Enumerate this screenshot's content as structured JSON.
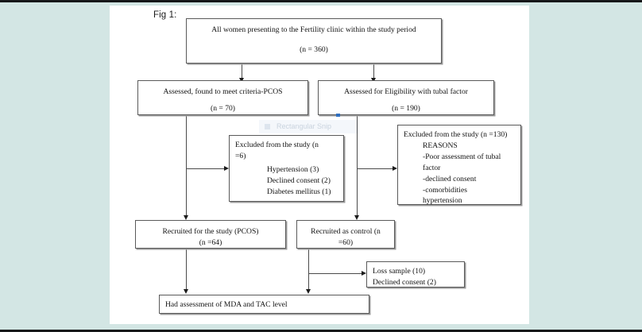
{
  "figure": {
    "label": "Fig 1:"
  },
  "colors": {
    "page_background": "#d3e6e4",
    "sheet": "#ffffff",
    "box_border": "#5a5a5a",
    "box_shadow": "#9b9b9b",
    "connector": "#4a4a4a",
    "arrow": "#1c1c1c",
    "handle_accent": "#2f6fc0"
  },
  "artifact": {
    "snip_label": "Rectangular Snip"
  },
  "nodes": {
    "all_women": {
      "title": "All women presenting to the Fertility clinic within the study period",
      "count": "(n = 360)"
    },
    "pcos_assessed": {
      "title": "Assessed, found to meet criteria-PCOS",
      "count": "(n = 70)"
    },
    "tubal_assessed": {
      "title": "Assessed for Eligibility with tubal factor",
      "count": "(n = 190)"
    },
    "pcos_excluded": {
      "line1": "Excluded from the study (n",
      "line2": "=6)",
      "reasons": [
        "Hypertension (3)",
        "Declined consent (2)",
        "Diabetes mellitus (1)"
      ]
    },
    "tubal_excluded": {
      "line1": "Excluded from the study (n =130)",
      "heading": "REASONS",
      "reasons": [
        "-Poor assessment of tubal",
        "factor",
        "-declined consent",
        "-comorbidities",
        "hypertension"
      ]
    },
    "pcos_recruited": {
      "title": "Recruited for the study (PCOS)",
      "count": "(n =64)"
    },
    "control_recruited": {
      "title": "Recruited as control (n",
      "count": "=60)"
    },
    "control_losses": {
      "lines": [
        "Loss sample (10)",
        "Declined consent (2)"
      ]
    },
    "final_assessment": {
      "title": "Had assessment of MDA and TAC level"
    }
  }
}
